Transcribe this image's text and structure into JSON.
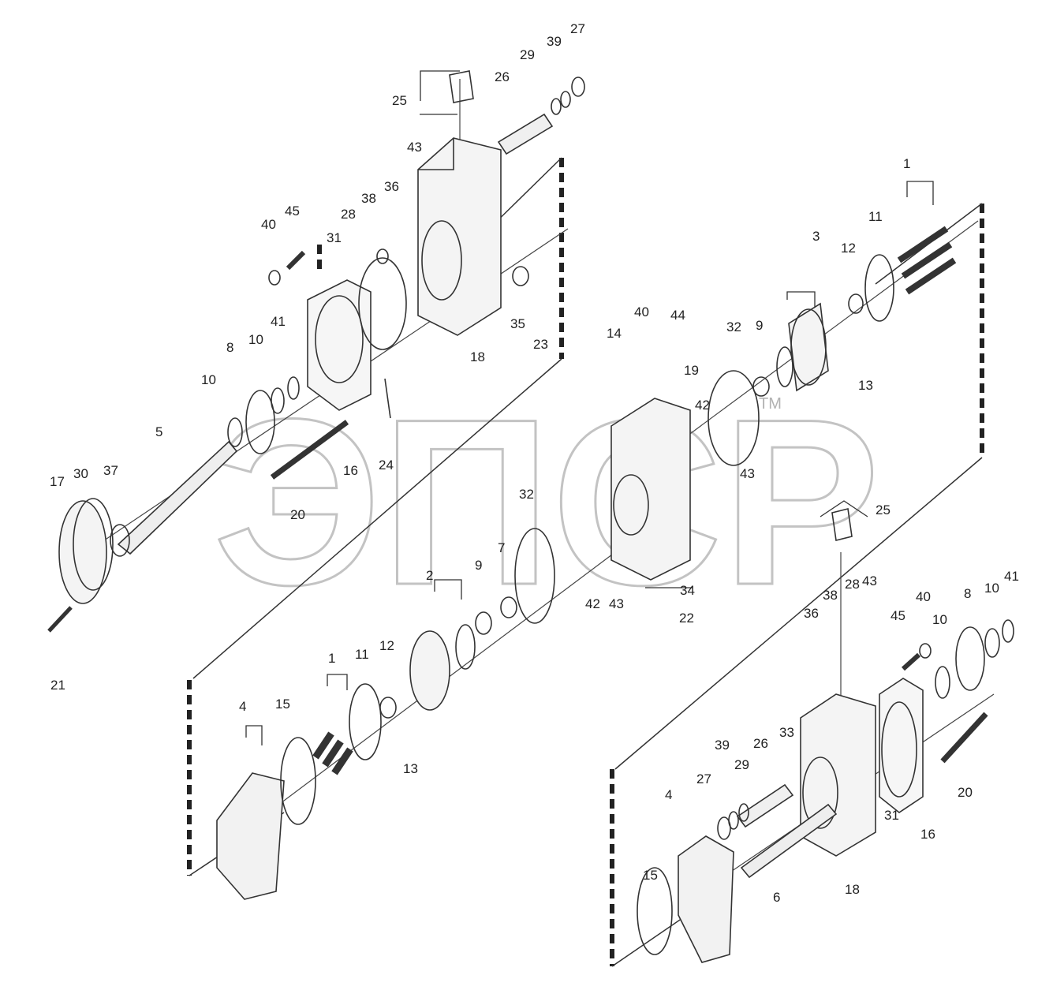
{
  "diagram": {
    "watermark": {
      "text": "ЭПСР",
      "tm": "TM",
      "color": "#c9c9c9"
    },
    "line_color": "#333333",
    "labels": [
      {
        "id": "l25a",
        "text": "25"
      },
      {
        "id": "l26a",
        "text": "26"
      },
      {
        "id": "l29a",
        "text": "29"
      },
      {
        "id": "l39a",
        "text": "39"
      },
      {
        "id": "l27a",
        "text": "27"
      },
      {
        "id": "l43a",
        "text": "43"
      },
      {
        "id": "l40a",
        "text": "40"
      },
      {
        "id": "l45a",
        "text": "45"
      },
      {
        "id": "l28a",
        "text": "28"
      },
      {
        "id": "l38a",
        "text": "38"
      },
      {
        "id": "l36a",
        "text": "36"
      },
      {
        "id": "l31a",
        "text": "31"
      },
      {
        "id": "l35a",
        "text": "35"
      },
      {
        "id": "l23a",
        "text": "23"
      },
      {
        "id": "l18a",
        "text": "18"
      },
      {
        "id": "l41a",
        "text": "41"
      },
      {
        "id": "l10a",
        "text": "10"
      },
      {
        "id": "l8a",
        "text": "8"
      },
      {
        "id": "l10b",
        "text": "10"
      },
      {
        "id": "l5a",
        "text": "5"
      },
      {
        "id": "l16a",
        "text": "16"
      },
      {
        "id": "l24a",
        "text": "24"
      },
      {
        "id": "l20a",
        "text": "20"
      },
      {
        "id": "l17a",
        "text": "17"
      },
      {
        "id": "l30a",
        "text": "30"
      },
      {
        "id": "l37a",
        "text": "37"
      },
      {
        "id": "l21a",
        "text": "21"
      },
      {
        "id": "l14a",
        "text": "14"
      },
      {
        "id": "l40b",
        "text": "40"
      },
      {
        "id": "l44a",
        "text": "44"
      },
      {
        "id": "l19a",
        "text": "19"
      },
      {
        "id": "l42a",
        "text": "42"
      },
      {
        "id": "l43b",
        "text": "43"
      },
      {
        "id": "l32a",
        "text": "32"
      },
      {
        "id": "l9a",
        "text": "9"
      },
      {
        "id": "l3a",
        "text": "3"
      },
      {
        "id": "l12a",
        "text": "12"
      },
      {
        "id": "l11a",
        "text": "11"
      },
      {
        "id": "l1a",
        "text": "1"
      },
      {
        "id": "l13a",
        "text": "13"
      },
      {
        "id": "l32b",
        "text": "32"
      },
      {
        "id": "l2a",
        "text": "2"
      },
      {
        "id": "l9b",
        "text": "9"
      },
      {
        "id": "l7a",
        "text": "7"
      },
      {
        "id": "l42b",
        "text": "42"
      },
      {
        "id": "l43c",
        "text": "43"
      },
      {
        "id": "l34a",
        "text": "34"
      },
      {
        "id": "l22a",
        "text": "22"
      },
      {
        "id": "l25b",
        "text": "25"
      },
      {
        "id": "l1b",
        "text": "1"
      },
      {
        "id": "l11b",
        "text": "11"
      },
      {
        "id": "l12b",
        "text": "12"
      },
      {
        "id": "l13b",
        "text": "13"
      },
      {
        "id": "l4a",
        "text": "4"
      },
      {
        "id": "l15a",
        "text": "15"
      },
      {
        "id": "l36b",
        "text": "36"
      },
      {
        "id": "l38b",
        "text": "38"
      },
      {
        "id": "l28b",
        "text": "28"
      },
      {
        "id": "l43d",
        "text": "43"
      },
      {
        "id": "l45b",
        "text": "45"
      },
      {
        "id": "l40c",
        "text": "40"
      },
      {
        "id": "l10c",
        "text": "10"
      },
      {
        "id": "l8b",
        "text": "8"
      },
      {
        "id": "l10d",
        "text": "10"
      },
      {
        "id": "l41b",
        "text": "41"
      },
      {
        "id": "l39b",
        "text": "39"
      },
      {
        "id": "l26b",
        "text": "26"
      },
      {
        "id": "l33a",
        "text": "33"
      },
      {
        "id": "l27b",
        "text": "27"
      },
      {
        "id": "l29b",
        "text": "29"
      },
      {
        "id": "l20b",
        "text": "20"
      },
      {
        "id": "l4b",
        "text": "4"
      },
      {
        "id": "l31b",
        "text": "31"
      },
      {
        "id": "l16b",
        "text": "16"
      },
      {
        "id": "l15b",
        "text": "15"
      },
      {
        "id": "l6a",
        "text": "6"
      },
      {
        "id": "l18b",
        "text": "18"
      }
    ]
  }
}
